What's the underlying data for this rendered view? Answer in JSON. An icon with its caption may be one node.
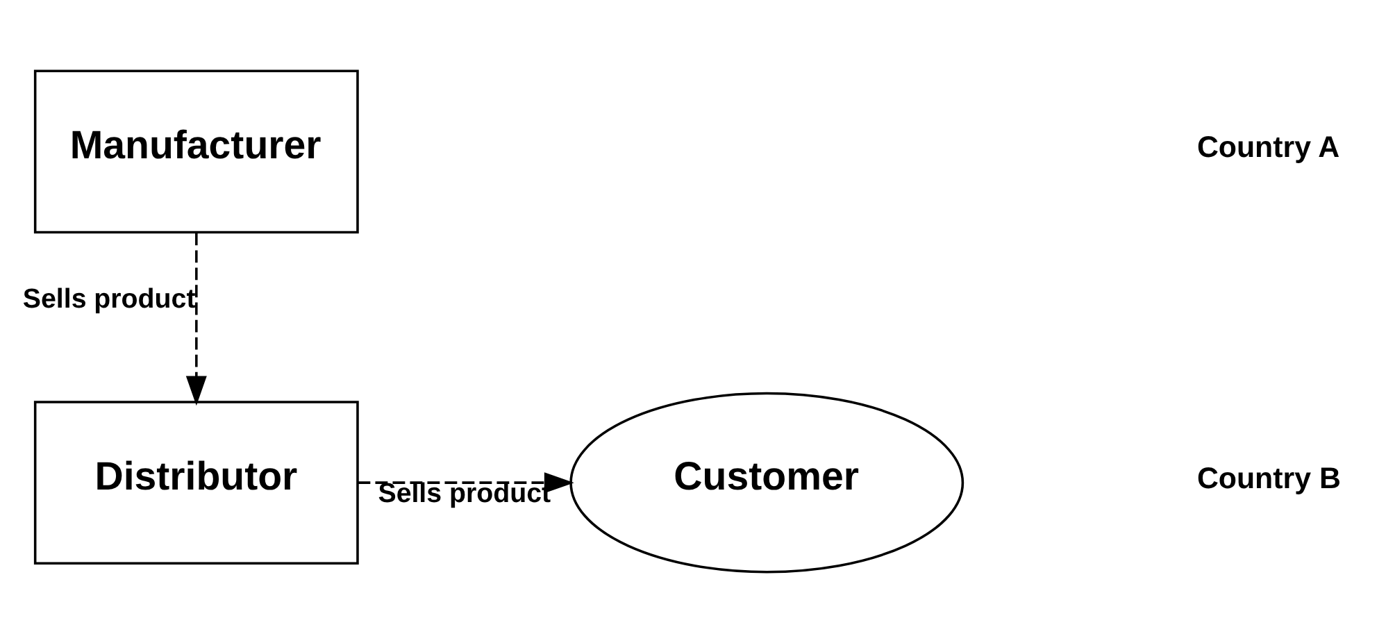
{
  "diagram": {
    "nodes": [
      {
        "text": [
          "Manufacturer"
        ]
      },
      {
        "text": [
          "Distributor"
        ]
      },
      {
        "text": [
          "Customer"
        ]
      }
    ],
    "edges": [
      {
        "from": 0,
        "to": 1,
        "arrow": "to",
        "label": "Sells product",
        "style": "dashed"
      },
      {
        "from": 1,
        "to": 2,
        "arrow": "to",
        "label": "Sells product",
        "style": "dashed"
      }
    ],
    "labels": [
      "Country A",
      "Country B"
    ]
  }
}
